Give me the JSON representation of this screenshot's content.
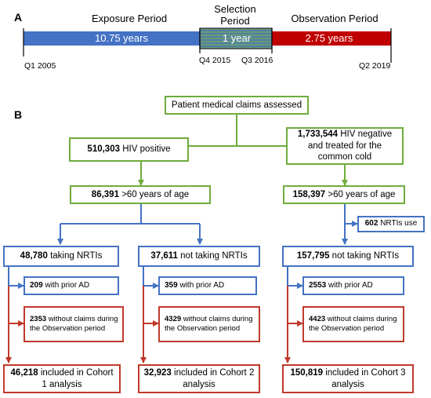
{
  "panelA": {
    "letter": "A",
    "exposure_title": "Exposure Period",
    "selection_title_line1": "Selection",
    "selection_title_line2": "Period",
    "observation_title": "Observation Period",
    "exposure_duration": "10.75 years",
    "selection_duration": "1 year",
    "observation_duration": "2.75 years",
    "dates": [
      "Q1 2005",
      "Q4 2015",
      "Q3 2016",
      "Q2 2019"
    ]
  },
  "panelB": {
    "letter": "B",
    "top_box": "Patient medical claims assessed",
    "hiv_pos": {
      "count": "510,303",
      "text": "HIV positive"
    },
    "hiv_neg": {
      "count": "1,733,544",
      "text": "HIV negative and treated for the common cold"
    },
    "age_left": {
      "count": "86,391",
      "text": ">60 years of age"
    },
    "age_right": {
      "count": "158,397",
      "text": ">60 years of age"
    },
    "nrti_use": {
      "count": "602",
      "text": "NRTIs use"
    },
    "cohorts": [
      {
        "group": {
          "count": "48,780",
          "text": "taking NRTIs"
        },
        "prior_ad": {
          "count": "209",
          "text": "with prior AD"
        },
        "no_claims": {
          "count": "2353",
          "text": "without claims during the Observation period"
        },
        "included": {
          "count": "46,218",
          "text": "included in Cohort 1 analysis"
        }
      },
      {
        "group": {
          "count": "37,611",
          "text": "not taking NRTIs"
        },
        "prior_ad": {
          "count": "359",
          "text": "with prior AD"
        },
        "no_claims": {
          "count": "4329",
          "text": "without claims during the Observation period"
        },
        "included": {
          "count": "32,923",
          "text": "included in Cohort 2 analysis"
        }
      },
      {
        "group": {
          "count": "157,795",
          "text": "not taking NRTIs"
        },
        "prior_ad": {
          "count": "2553",
          "text": "with prior AD"
        },
        "no_claims": {
          "count": "4423",
          "text": "without claims during the Observation period"
        },
        "included": {
          "count": "150,819",
          "text": "included in Cohort 3 analysis"
        }
      }
    ]
  },
  "colors": {
    "green": "#6fac3c",
    "blue": "#4472c4",
    "red": "#c0392b",
    "exposure_bar": "#4472c4",
    "observation_bar": "#c00000"
  }
}
